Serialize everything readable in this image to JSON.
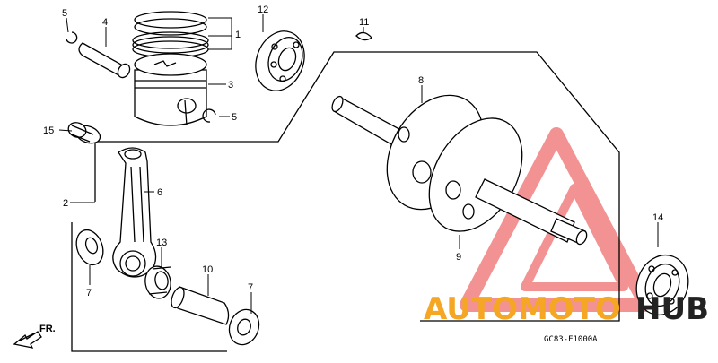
{
  "callouts": {
    "c1": "1",
    "c2": "2",
    "c3": "3",
    "c4": "4",
    "c5a": "5",
    "c5b": "5",
    "c6": "6",
    "c7a": "7",
    "c7b": "7",
    "c8": "8",
    "c9": "9",
    "c10": "10",
    "c11": "11",
    "c12": "12",
    "c13": "13",
    "c14": "14",
    "c15": "15"
  },
  "direction_label": "FR.",
  "drawing_code": "GC83-E1000A",
  "watermark": {
    "text_red": "AUTOMOTO",
    "text_black": "HUB",
    "red_color": "#f08080",
    "orange_color": "#f5a623",
    "black_color": "#222222"
  }
}
